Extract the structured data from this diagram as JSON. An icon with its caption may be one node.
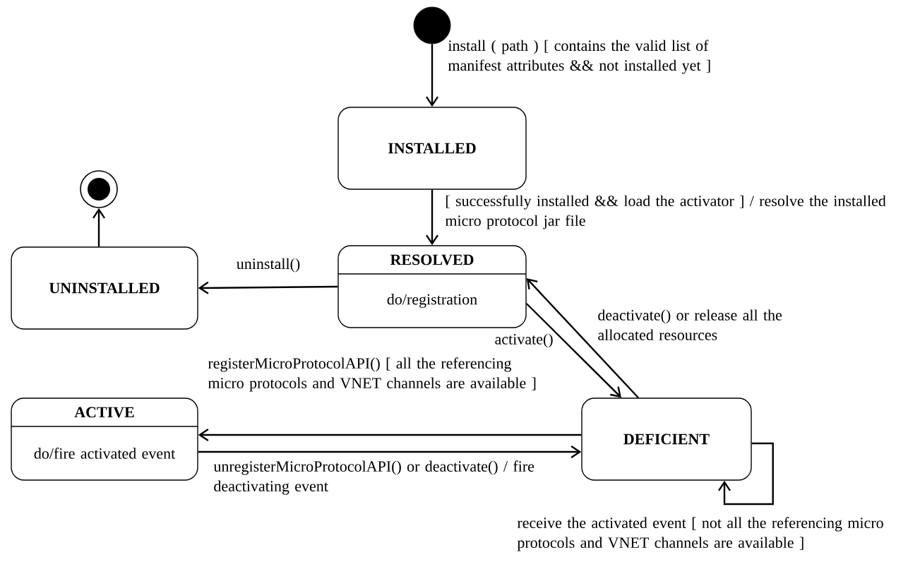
{
  "diagram": {
    "nodes": [
      {
        "text": [],
        "shape": "circle"
      },
      {
        "text": [
          "INSTALLED"
        ]
      },
      {
        "text": [],
        "shape": "bullseye"
      },
      {
        "text": [
          "UNINSTALLED"
        ]
      },
      {
        "text": [
          "RESOLVED",
          "do/registration"
        ]
      },
      {
        "text": [
          "ACTIVE",
          "do/fire activated event"
        ]
      },
      {
        "text": [
          "DEFICIENT"
        ]
      }
    ],
    "edges": [
      {
        "from": 0,
        "to": 1,
        "arrow": "to",
        "label": "install ( path ) [ contains the valid list of manifest attributes && not installed yet ]"
      },
      {
        "from": 1,
        "to": 4,
        "arrow": "to",
        "label": "[ successfully installed && load the activator ] / resolve the installed micro protocol jar file"
      },
      {
        "from": 4,
        "to": 3,
        "arrow": "to",
        "label": "uninstall()"
      },
      {
        "from": 3,
        "to": 2,
        "arrow": "to"
      },
      {
        "from": 4,
        "to": 6,
        "arrow": "to",
        "label": "activate()"
      },
      {
        "from": 6,
        "to": 4,
        "arrow": "to",
        "label": "deactivate() or release all the allocated resources"
      },
      {
        "from": 6,
        "to": 5,
        "arrow": "to",
        "label": "registerMicroProtocolAPI() [ all the referencing micro protocols and VNET channels are available ]"
      },
      {
        "from": 5,
        "to": 6,
        "arrow": "to",
        "label": "unregisterMicroProtocolAPI() or deactivate() / fire deactivating event"
      },
      {
        "from": 6,
        "to": 6,
        "arrow": "to",
        "label": "receive the activated event [ not all the referencing micro protocols and VNET channels are available ]"
      }
    ]
  }
}
